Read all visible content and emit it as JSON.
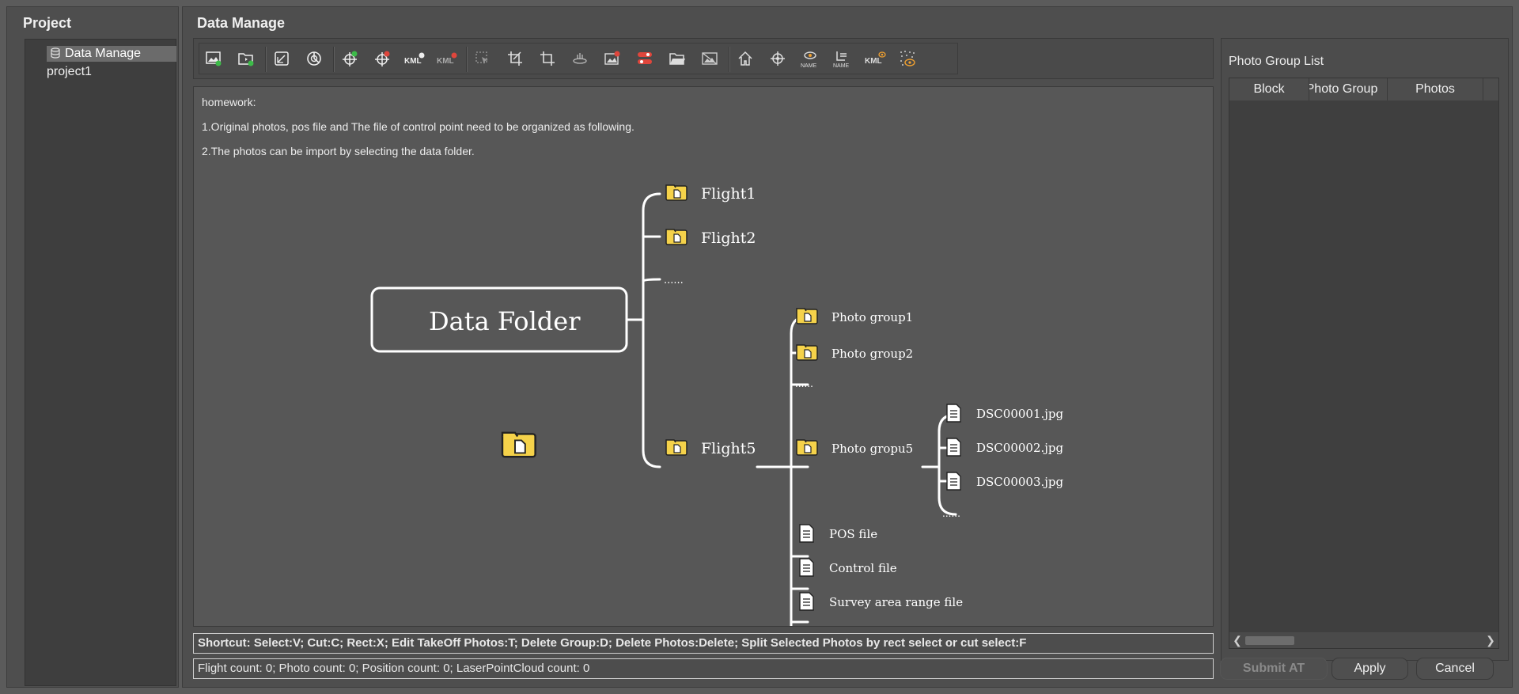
{
  "project": {
    "title": "Project",
    "items": [
      {
        "label": "Data Manage",
        "icon": "database-icon",
        "selected": true
      },
      {
        "label": "project1"
      }
    ]
  },
  "main": {
    "title": "Data Manage"
  },
  "toolbar": {
    "icons": [
      "import-photos-icon",
      "import-folder-icon",
      "edit-photos-icon",
      "pie-chart-icon",
      "add-control-point-icon",
      "delete-control-point-icon",
      "kml-import-icon",
      "kml-delete-icon",
      "select-cursor-icon",
      "crop-icon",
      "rect-crop-icon",
      "takeoff-icon",
      "photo-delete-icon",
      "toggle-icon",
      "open-folder-icon",
      "hide-photos-icon",
      "home-icon",
      "center-icon",
      "name-show-icon",
      "name-edit-icon",
      "kml-view-icon",
      "point-cloud-view-icon"
    ],
    "kml_text": "KML",
    "name_text": "NAME"
  },
  "instructions": {
    "heading": "homework:",
    "line1": "1.Original photos, pos file and The file of control point need to be organized as following.",
    "line2": "2.The photos can be import by selecting the data folder."
  },
  "diagram": {
    "root": "Data Folder",
    "flight1": "Flight1",
    "flight2": "Flight2",
    "flight_more": "......",
    "flight5": "Flight5",
    "group1": "Photo group1",
    "group2": "Photo group2",
    "group_more": "......",
    "group5": "Photo gropu5",
    "pos_file": "POS file",
    "control_file": "Control file",
    "survey_file": "Survey area range file",
    "photo1": "DSC00001.jpg",
    "photo2": "DSC00002.jpg",
    "photo3": "DSC00003.jpg",
    "photo_more": "......"
  },
  "shortcut": "Shortcut: Select:V; Cut:C; Rect:X; Edit TakeOff Photos:T; Delete Group:D; Delete Photos:Delete; Split Selected Photos by rect select or cut select:F",
  "status": "Flight count: 0; Photo count: 0; Position count: 0; LaserPointCloud count: 0",
  "photo_group": {
    "title": "Photo Group List",
    "columns": [
      "Block",
      "Photo Group",
      "Photos"
    ],
    "scroll_left": "❮",
    "scroll_right": "❯"
  },
  "buttons": {
    "submit": "Submit AT",
    "apply": "Apply",
    "cancel": "Cancel"
  },
  "colors": {
    "folder_yellow": "#f5d24a",
    "background": "#5b5b5b",
    "line": "#ffffff"
  }
}
